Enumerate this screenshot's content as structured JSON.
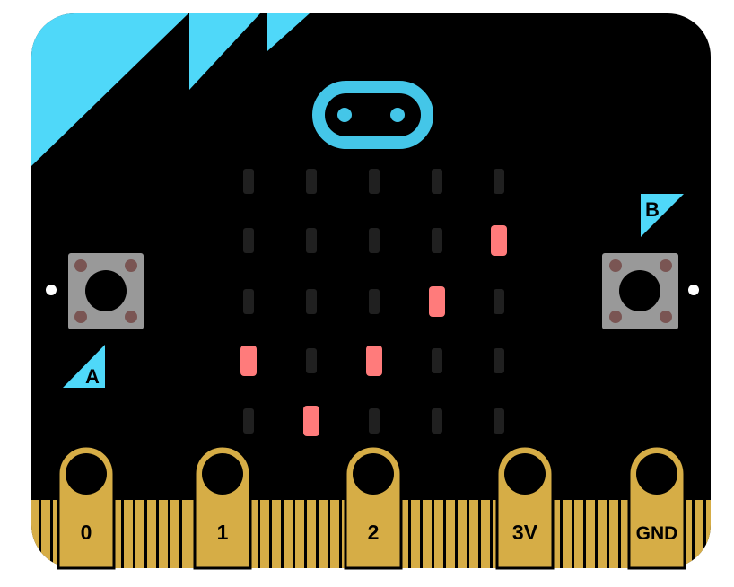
{
  "board": {
    "colors": {
      "body": "#000000",
      "accent": "#4fd8f9",
      "led_off": "#202020",
      "led_on": "#ff7b7b",
      "gold": "#d6ad46",
      "button_housing": "#999999",
      "button_screw": "#7a5553",
      "button_cap": "#000000",
      "logo": "#44c6e8",
      "side_hole": "#ffffff"
    },
    "logo_icon": "face-logo-icon",
    "buttons": [
      {
        "label": "A",
        "icon": "button-a"
      },
      {
        "label": "B",
        "icon": "button-b"
      }
    ],
    "led_matrix": [
      [
        0,
        0,
        0,
        0,
        0
      ],
      [
        0,
        0,
        0,
        0,
        1
      ],
      [
        0,
        0,
        0,
        1,
        0
      ],
      [
        1,
        0,
        1,
        0,
        0
      ],
      [
        0,
        1,
        0,
        0,
        0
      ]
    ],
    "pins": [
      "0",
      "1",
      "2",
      "3V",
      "GND"
    ]
  }
}
